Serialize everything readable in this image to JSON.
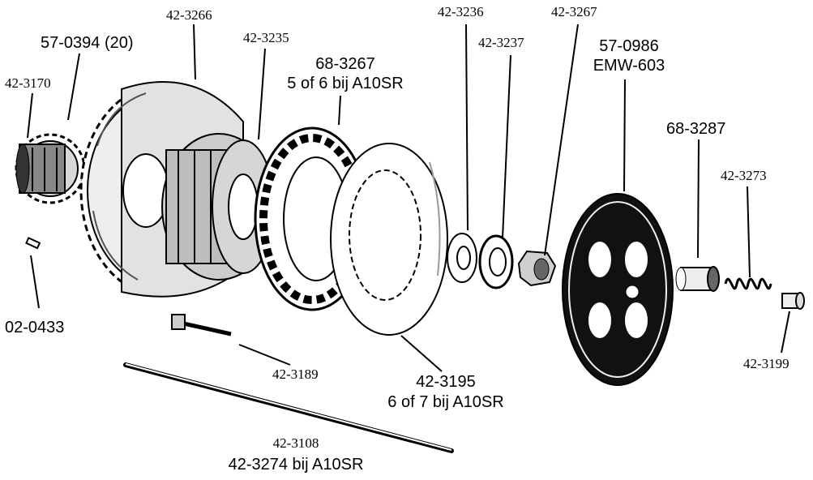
{
  "labels": {
    "l_42_3266": "42-3266",
    "l_57_0394": "57-0394 (20)",
    "l_42_3170": "42-3170",
    "l_42_3235": "42-3235",
    "l_68_3267": "68-3267",
    "l_68_3267_note": "5 of 6 bij A10SR",
    "l_42_3236": "42-3236",
    "l_42_3237": "42-3237",
    "l_42_3267": "42-3267",
    "l_57_0986": "57-0986",
    "l_emw_603": "EMW-603",
    "l_68_3287": "68-3287",
    "l_42_3273": "42-3273",
    "l_02_0433": "02-0433",
    "l_42_3189": "42-3189",
    "l_42_3195": "42-3195",
    "l_42_3195_note": "6 of 7 bij A10SR",
    "l_42_3199": "42-3199",
    "l_42_3108": "42-3108",
    "l_42_3274_note": "42-3274 bij A10SR"
  }
}
